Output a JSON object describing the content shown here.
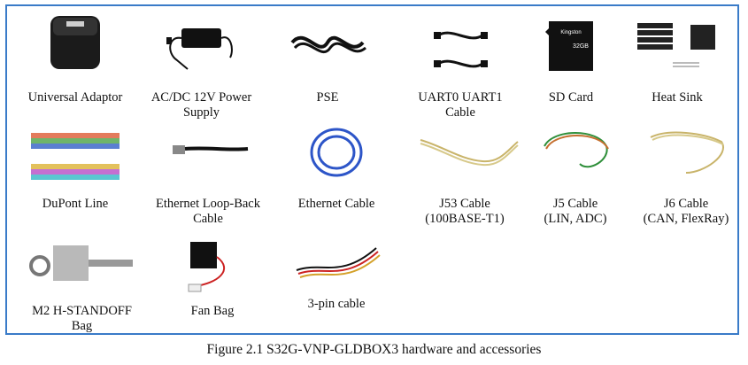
{
  "figure": {
    "caption": "Figure 2.1  S32G-VNP-GLDBOX3 hardware and accessories",
    "items": [
      {
        "label": "Universal Adaptor"
      },
      {
        "label": "AC/DC 12V Power\nSupply"
      },
      {
        "label": "PSE"
      },
      {
        "label": "UART0 UART1\nCable"
      },
      {
        "label": "SD Card"
      },
      {
        "label": "Heat Sink"
      },
      {
        "label": "DuPont Line"
      },
      {
        "label": "Ethernet Loop-Back\nCable"
      },
      {
        "label": "Ethernet Cable"
      },
      {
        "label": "J53 Cable\n(100BASE-T1)"
      },
      {
        "label": "J5 Cable\n(LIN, ADC)"
      },
      {
        "label": "J6 Cable\n(CAN, FlexRay)"
      },
      {
        "label": "M2 H-STANDOFF\nBag"
      },
      {
        "label": "Fan Bag"
      },
      {
        "label": "3-pin cable"
      }
    ],
    "sd_card_text": {
      "brand": "Kingston",
      "size": "32GB"
    }
  }
}
